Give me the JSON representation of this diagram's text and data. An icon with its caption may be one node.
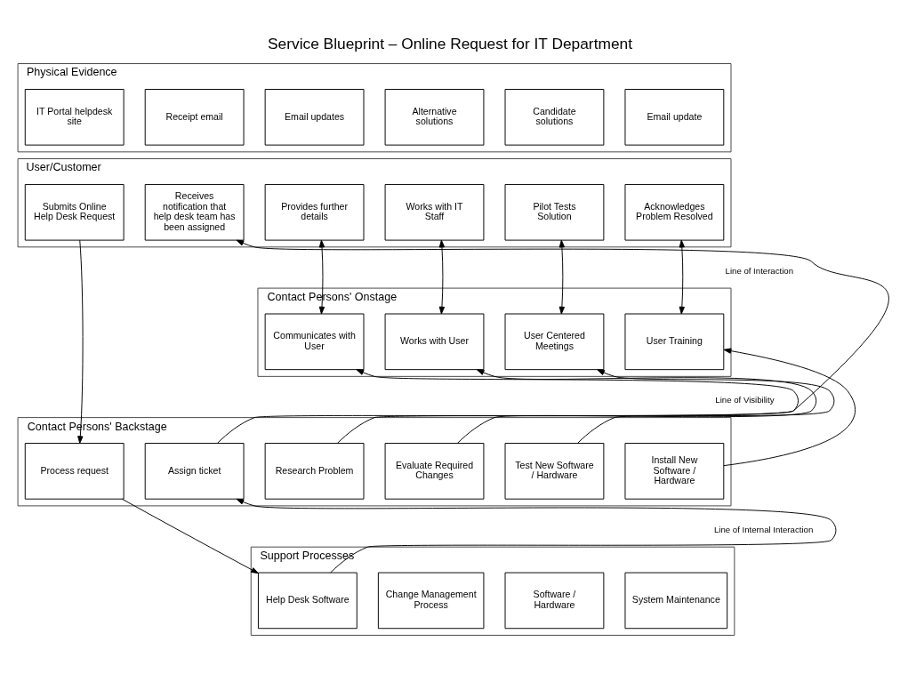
{
  "diagram": {
    "title": "Service Blueprint – Online Request for IT Department",
    "nodes": [
      {
        "text": [
          "Physical Evidence"
        ]
      },
      {
        "text": [
          "IT Portal helpdesk site"
        ],
        "in": 0
      },
      {
        "text": [
          "Receipt email"
        ],
        "in": 0
      },
      {
        "text": [
          "Email updates"
        ],
        "in": 0
      },
      {
        "text": [
          "Alternative solutions"
        ],
        "in": 0
      },
      {
        "text": [
          "Candidate solutions"
        ],
        "in": 0
      },
      {
        "text": [
          "Email update"
        ],
        "in": 0
      },
      {
        "text": [
          "User/Customer"
        ]
      },
      {
        "text": [
          "Submits Online Help Desk Request"
        ],
        "in": 7
      },
      {
        "text": [
          "Receives notification that help desk team has been assigned"
        ],
        "in": 7
      },
      {
        "text": [
          "Provides further details"
        ],
        "in": 7
      },
      {
        "text": [
          "Works with IT Staff"
        ],
        "in": 7
      },
      {
        "text": [
          "Pilot Tests Solution"
        ],
        "in": 7
      },
      {
        "text": [
          "Acknowledges Problem Resolved"
        ],
        "in": 7
      },
      {
        "text": [
          "Contact Persons' Onstage"
        ]
      },
      {
        "text": [
          "Communicates with User"
        ],
        "in": 14
      },
      {
        "text": [
          "Works with User"
        ],
        "in": 14
      },
      {
        "text": [
          "User Centered Meetings"
        ],
        "in": 14
      },
      {
        "text": [
          "User Training"
        ],
        "in": 14
      },
      {
        "text": [
          "Contact Persons' Backstage"
        ]
      },
      {
        "text": [
          "Process request"
        ],
        "in": 19
      },
      {
        "text": [
          "Assign ticket"
        ],
        "in": 19
      },
      {
        "text": [
          "Research Problem"
        ],
        "in": 19
      },
      {
        "text": [
          "Evaluate Required Changes"
        ],
        "in": 19
      },
      {
        "text": [
          "Test New Software / Hardware"
        ],
        "in": 19
      },
      {
        "text": [
          "Install New Software / Hardware"
        ],
        "in": 19
      },
      {
        "text": [
          "Support Processes"
        ]
      },
      {
        "text": [
          "Help Desk Software"
        ],
        "in": 26
      },
      {
        "text": [
          "Change Management Process"
        ],
        "in": 26
      },
      {
        "text": [
          "Software / Hardware"
        ],
        "in": 26
      },
      {
        "text": [
          "System Maintenance"
        ],
        "in": 26
      }
    ],
    "edges": [
      {
        "from": 8,
        "to": 20,
        "arrow": "to"
      },
      {
        "from": 20,
        "to": 27,
        "arrow": "to"
      },
      {
        "from": 27,
        "to": 21,
        "arrow": "to"
      },
      {
        "from": 21,
        "to": 9,
        "arrow": "to"
      },
      {
        "from": 10,
        "to": 15,
        "arrow": "both"
      },
      {
        "from": 22,
        "to": 15,
        "arrow": "to"
      },
      {
        "from": 11,
        "to": 16,
        "arrow": "both"
      },
      {
        "from": 23,
        "to": 16,
        "arrow": "to"
      },
      {
        "from": 12,
        "to": 17,
        "arrow": "both"
      },
      {
        "from": 24,
        "to": 17,
        "arrow": "to"
      },
      {
        "from": 13,
        "to": 18,
        "arrow": "both"
      },
      {
        "from": 25,
        "to": 18,
        "arrow": "to"
      }
    ],
    "labels": [
      "Line of Interaction",
      "Line of Visibility",
      "Line of Internal Interaction"
    ]
  }
}
